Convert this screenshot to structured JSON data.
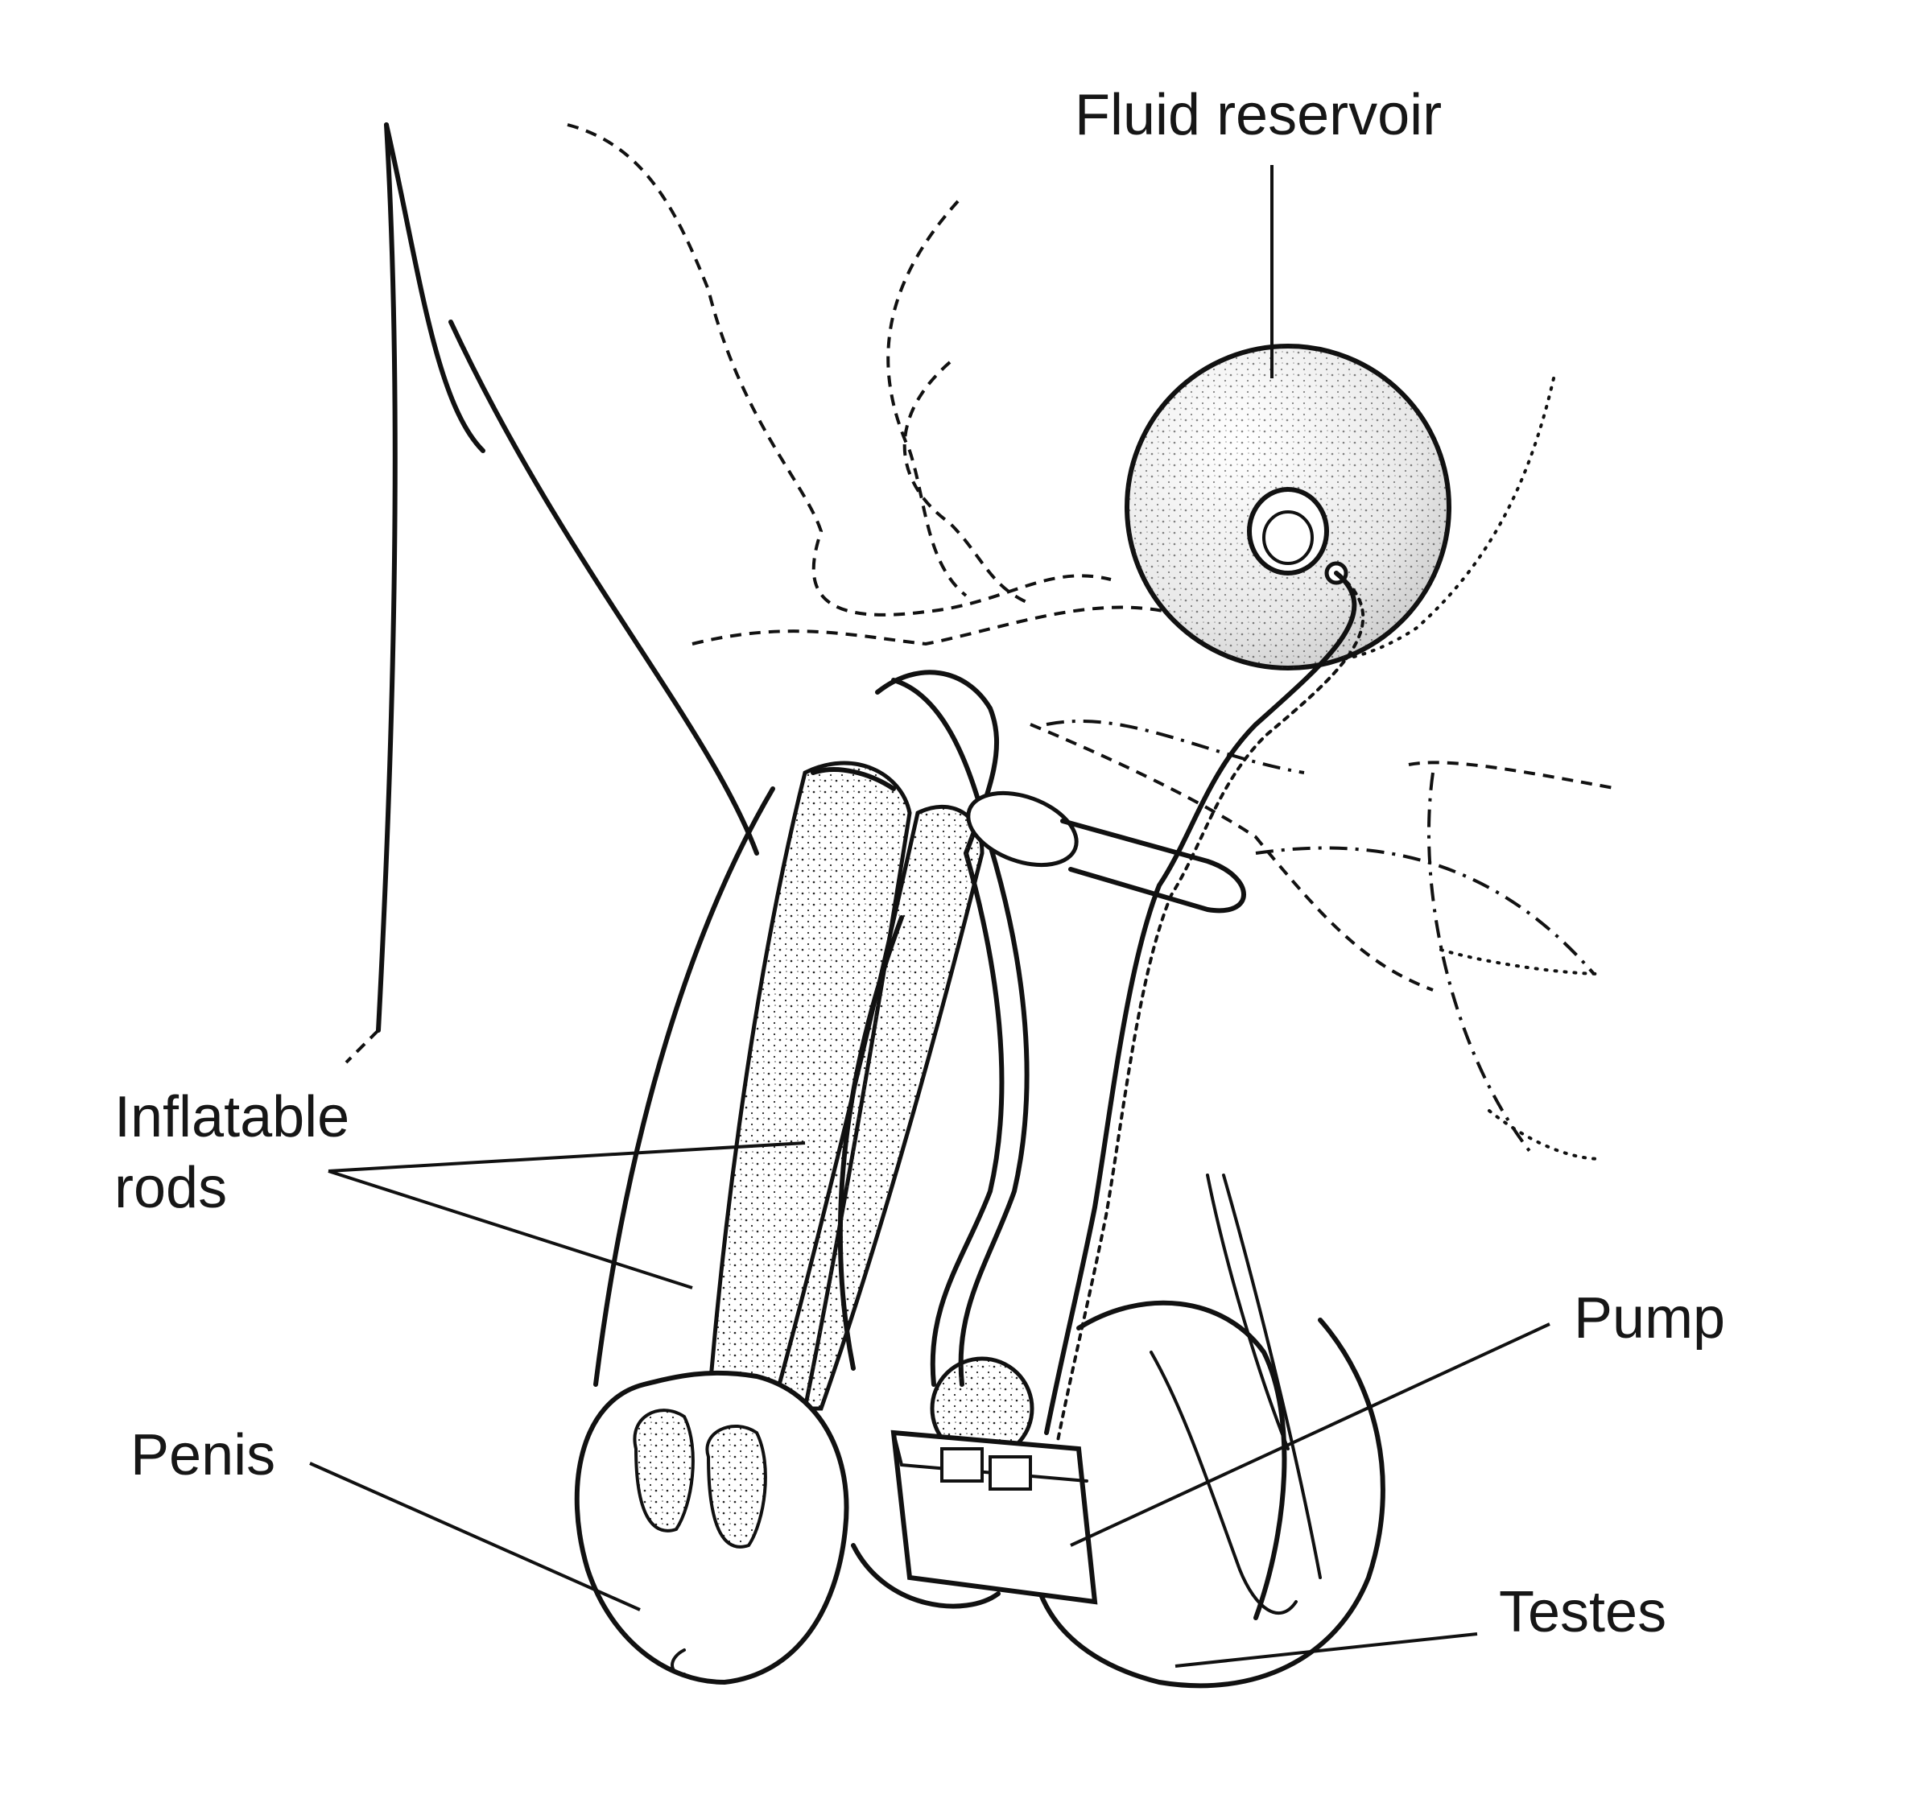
{
  "diagram": {
    "title": "Inflatable penile prosthesis",
    "labels": {
      "fluid_reservoir": "Fluid reservoir",
      "inflatable_rods": "Inflatable\nrods",
      "penis": "Penis",
      "pump": "Pump",
      "testes": "Testes"
    },
    "components": [
      "fluid-reservoir",
      "tubing",
      "inflatable-rods",
      "pump",
      "penis",
      "testes",
      "pelvis-outline"
    ]
  }
}
